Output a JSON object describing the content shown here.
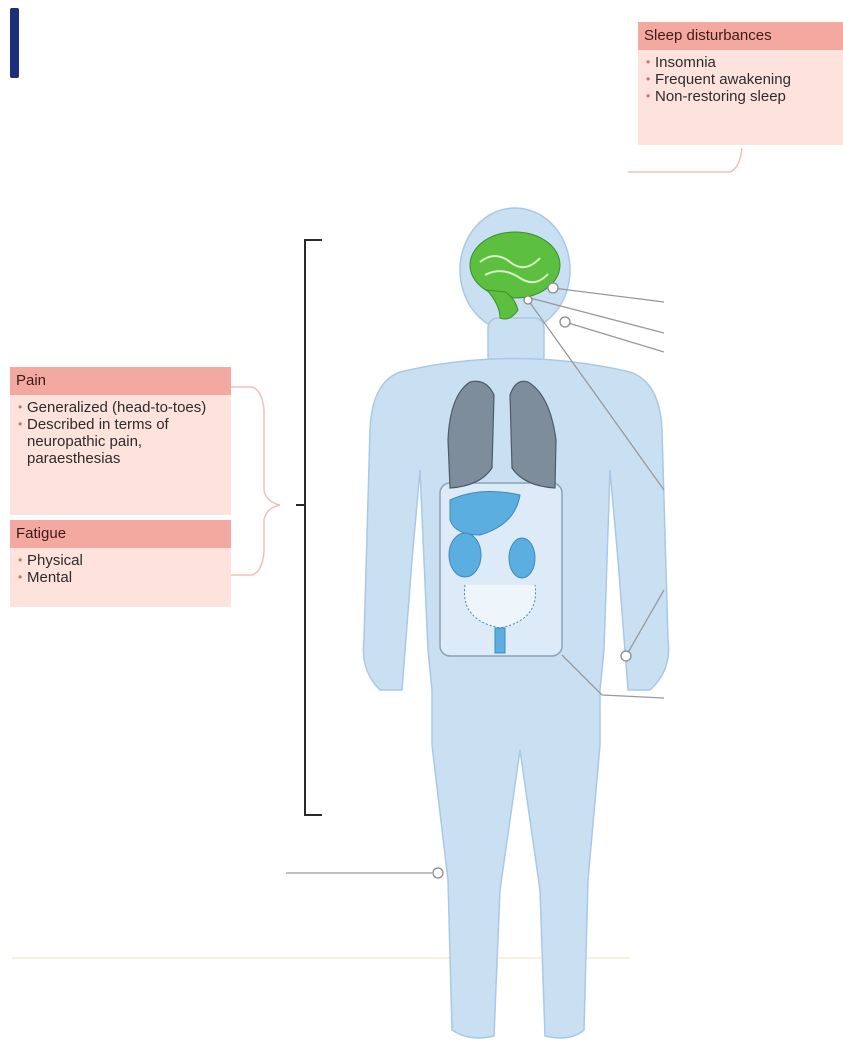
{
  "sleep": {
    "title": "Sleep disturbances",
    "items": [
      "Insomnia",
      "Frequent awakening",
      "Non-restoring sleep"
    ]
  },
  "pain": {
    "title": "Pain",
    "items": [
      "Generalized (head-to-toes)",
      "Described in terms of neuropathic pain, paraesthesias"
    ]
  },
  "fatigue": {
    "title": "Fatigue",
    "items": [
      "Physical",
      "Mental"
    ]
  },
  "colors": {
    "accent": "#1b2f7a",
    "panel_header": "#f4a9a0",
    "panel_body": "#fde3dc",
    "body_fill": "#c9e0f3",
    "brain": "#5cbf3f",
    "lungs": "#7e8d9c",
    "organs": "#5aaee0"
  }
}
